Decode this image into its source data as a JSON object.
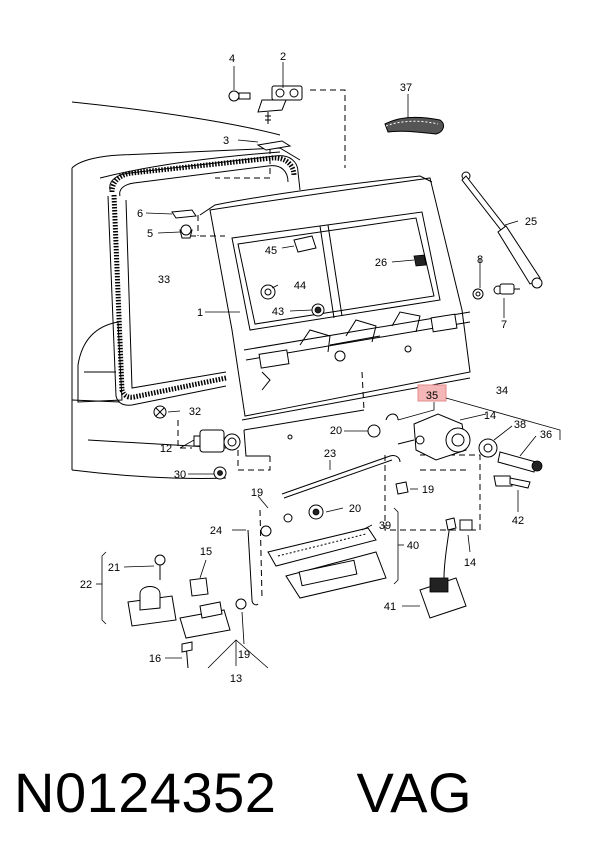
{
  "callouts": {
    "c1": "1",
    "c2": "2",
    "c3": "3",
    "c4": "4",
    "c5": "5",
    "c6": "6",
    "c7": "7",
    "c8": "8",
    "c12": "12",
    "c13": "13",
    "c14a": "14",
    "c14b": "14",
    "c15": "15",
    "c16": "16",
    "c19a": "19",
    "c19b": "19",
    "c19c": "19",
    "c20a": "20",
    "c20b": "20",
    "c21": "21",
    "c22": "22",
    "c23": "23",
    "c24": "24",
    "c25": "25",
    "c26": "26",
    "c30": "30",
    "c32": "32",
    "c33": "33",
    "c34": "34",
    "c35": "35",
    "c36": "36",
    "c37": "37",
    "c38": "38",
    "c39": "39",
    "c40": "40",
    "c41": "41",
    "c42": "42",
    "c43": "43",
    "c44": "44",
    "c45": "45"
  },
  "highlight": {
    "callout": "35",
    "color": "#f4b6b6"
  },
  "footer": {
    "part_number": "N0124352",
    "brand": "VAG"
  }
}
